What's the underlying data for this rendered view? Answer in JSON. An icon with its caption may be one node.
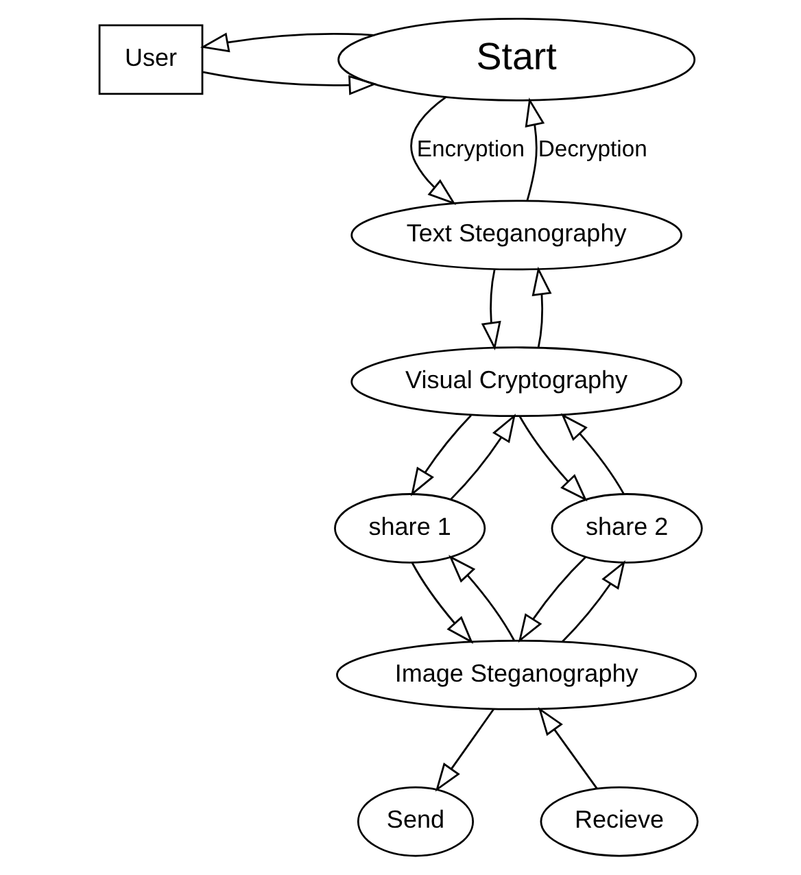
{
  "diagram": {
    "nodes": [
      {
        "text": [
          "User"
        ]
      },
      {
        "text": [
          "Start"
        ]
      },
      {
        "text": [
          "Text Steganography"
        ]
      },
      {
        "text": [
          "Visual Cryptography"
        ]
      },
      {
        "text": [
          "share 1"
        ]
      },
      {
        "text": [
          "share 2"
        ]
      },
      {
        "text": [
          "Image Steganography"
        ]
      },
      {
        "text": [
          "Send"
        ]
      },
      {
        "text": [
          "Recieve"
        ]
      }
    ],
    "edges": [
      {
        "from": 0,
        "to": 1,
        "arrow": "to"
      },
      {
        "from": 1,
        "to": 0,
        "arrow": "to"
      },
      {
        "from": 1,
        "to": 2,
        "arrow": "to",
        "label": "Encryption"
      },
      {
        "from": 2,
        "to": 1,
        "arrow": "to",
        "label": "Decryption"
      },
      {
        "from": 2,
        "to": 3,
        "arrow": "to"
      },
      {
        "from": 3,
        "to": 2,
        "arrow": "to"
      },
      {
        "from": 3,
        "to": 4,
        "arrow": "to"
      },
      {
        "from": 4,
        "to": 3,
        "arrow": "to"
      },
      {
        "from": 3,
        "to": 5,
        "arrow": "to"
      },
      {
        "from": 5,
        "to": 3,
        "arrow": "to"
      },
      {
        "from": 4,
        "to": 6,
        "arrow": "to"
      },
      {
        "from": 6,
        "to": 4,
        "arrow": "to"
      },
      {
        "from": 5,
        "to": 6,
        "arrow": "to"
      },
      {
        "from": 6,
        "to": 5,
        "arrow": "to"
      },
      {
        "from": 6,
        "to": 7,
        "arrow": "to"
      },
      {
        "from": 8,
        "to": 6,
        "arrow": "to"
      }
    ]
  }
}
